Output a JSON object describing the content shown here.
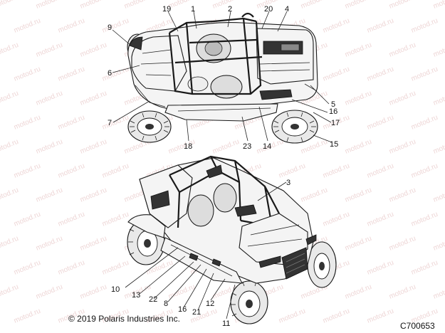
{
  "watermark_text": "motod.ru",
  "copyright": "© 2019 Polaris Industries Inc.",
  "diagram_code": "C700653",
  "callouts_top": [
    {
      "id": "c19",
      "label": "19"
    },
    {
      "id": "c1",
      "label": "1"
    },
    {
      "id": "c2",
      "label": "2"
    },
    {
      "id": "c20",
      "label": "20"
    },
    {
      "id": "c4",
      "label": "4"
    },
    {
      "id": "c9",
      "label": "9"
    },
    {
      "id": "c6",
      "label": "6"
    },
    {
      "id": "c5",
      "label": "5"
    },
    {
      "id": "c16a",
      "label": "16"
    },
    {
      "id": "c17",
      "label": "17"
    },
    {
      "id": "c7",
      "label": "7"
    },
    {
      "id": "c18",
      "label": "18"
    },
    {
      "id": "c23",
      "label": "23"
    },
    {
      "id": "c14",
      "label": "14"
    },
    {
      "id": "c15",
      "label": "15"
    }
  ],
  "callouts_bottom": [
    {
      "id": "c3",
      "label": "3"
    },
    {
      "id": "c10",
      "label": "10"
    },
    {
      "id": "c13",
      "label": "13"
    },
    {
      "id": "c22",
      "label": "22"
    },
    {
      "id": "c8",
      "label": "8"
    },
    {
      "id": "c16b",
      "label": "16"
    },
    {
      "id": "c21",
      "label": "21"
    },
    {
      "id": "c12",
      "label": "12"
    },
    {
      "id": "c11",
      "label": "11"
    }
  ]
}
